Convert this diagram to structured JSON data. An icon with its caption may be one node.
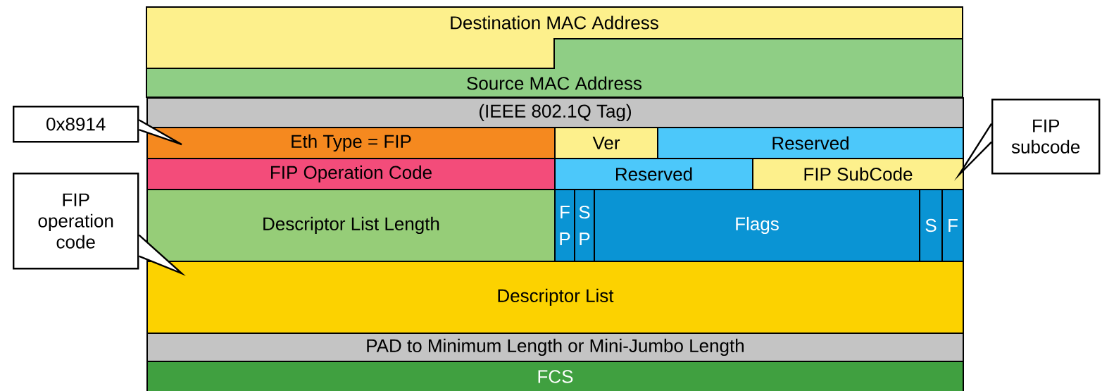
{
  "diagram": {
    "nodes": [
      {
        "text": [
          "Destination MAC Address"
        ]
      },
      {
        "text": [
          "Source MAC Address"
        ]
      },
      {
        "text": [
          "(IEEE 802.1Q Tag)"
        ]
      },
      {
        "text": [
          "0x8914"
        ]
      },
      {
        "text": [
          "Eth Type = FIP"
        ]
      },
      {
        "text": [
          "Ver"
        ]
      },
      {
        "text": [
          "Reserved"
        ]
      },
      {
        "text": [
          "FIP subcode"
        ]
      },
      {
        "text": [
          "FIP Operation Code"
        ]
      },
      {
        "text": [
          "Reserved"
        ]
      },
      {
        "text": [
          "FIP SubCode"
        ]
      },
      {
        "text": [
          "FIP operation code"
        ]
      },
      {
        "text": [
          "Descriptor List Length"
        ]
      },
      {
        "text": [
          "F",
          "P"
        ]
      },
      {
        "text": [
          "S",
          "P"
        ]
      },
      {
        "text": [
          "Flags"
        ]
      },
      {
        "text": [
          "S"
        ]
      },
      {
        "text": [
          "F"
        ]
      },
      {
        "text": [
          "Descriptor List"
        ]
      },
      {
        "text": [
          "PAD to Minimum Length or Mini-Jumbo Length"
        ]
      },
      {
        "text": [
          "FCS"
        ]
      }
    ],
    "edges": [
      {
        "from": 3,
        "to": 4,
        "arrow": "to"
      },
      {
        "from": 7,
        "to": 10,
        "arrow": "to"
      },
      {
        "from": 11,
        "to": 18,
        "arrow": "to"
      }
    ]
  }
}
